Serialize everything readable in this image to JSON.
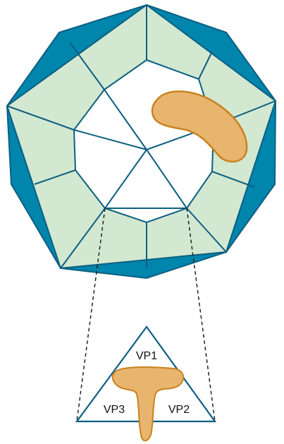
{
  "labels": {
    "vp1": "VP1",
    "vp2": "VP2",
    "vp3": "VP3"
  },
  "colors": {
    "outer_ring": "#0085ad",
    "panel_fill": "#d3e8d1",
    "line": "#0d5f80",
    "blob_fill": "#e8b56f",
    "blob_stroke": "#c9821e",
    "background": "#ffffff"
  },
  "shapes": {
    "outer_shell": "decagon",
    "inner_shell": "pentagon",
    "central_cavity": "decagon",
    "panel_count": 10,
    "blob_count": 2
  }
}
